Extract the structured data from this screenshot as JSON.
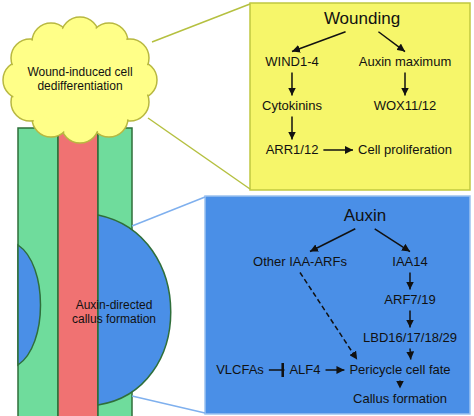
{
  "diagram": {
    "nodes": [
      {
        "text": [
          "Wound-induced cell dedifferentiation"
        ]
      },
      {
        "text": [
          "Auxin-directed callus formation"
        ]
      },
      {
        "text": [
          "Wounding"
        ]
      },
      {
        "text": [
          "WIND1-4"
        ]
      },
      {
        "text": [
          "Auxin maximum"
        ]
      },
      {
        "text": [
          "Cytokinins"
        ]
      },
      {
        "text": [
          "WOX11/12"
        ]
      },
      {
        "text": [
          "ARR1/12"
        ]
      },
      {
        "text": [
          "Cell proliferation"
        ]
      },
      {
        "text": [
          "Auxin"
        ]
      },
      {
        "text": [
          "Other IAA-ARFs"
        ]
      },
      {
        "text": [
          "IAA14"
        ]
      },
      {
        "text": [
          "ARF7/19"
        ]
      },
      {
        "text": [
          "LBD16/17/18/29"
        ]
      },
      {
        "text": [
          "VLCFAs"
        ]
      },
      {
        "text": [
          "ALF4"
        ]
      },
      {
        "text": [
          "Pericycle cell fate"
        ]
      },
      {
        "text": [
          "Callus formation"
        ]
      }
    ],
    "edges": [
      {
        "from": 2,
        "to": 3,
        "arrow": "to"
      },
      {
        "from": 2,
        "to": 4,
        "arrow": "to"
      },
      {
        "from": 3,
        "to": 5,
        "arrow": "to"
      },
      {
        "from": 5,
        "to": 7,
        "arrow": "to"
      },
      {
        "from": 7,
        "to": 8,
        "arrow": "to"
      },
      {
        "from": 4,
        "to": 6,
        "arrow": "to"
      },
      {
        "from": 9,
        "to": 10,
        "arrow": "to"
      },
      {
        "from": 9,
        "to": 11,
        "arrow": "to"
      },
      {
        "from": 11,
        "to": 12,
        "arrow": "to"
      },
      {
        "from": 12,
        "to": 13,
        "arrow": "to"
      },
      {
        "from": 10,
        "to": 16,
        "arrow": "to"
      },
      {
        "from": 13,
        "to": 16,
        "arrow": "to"
      },
      {
        "from": 14,
        "to": 15,
        "arrow": "to"
      },
      {
        "from": 15,
        "to": 16,
        "arrow": "to"
      },
      {
        "from": 16,
        "to": 17,
        "arrow": "to"
      }
    ]
  }
}
